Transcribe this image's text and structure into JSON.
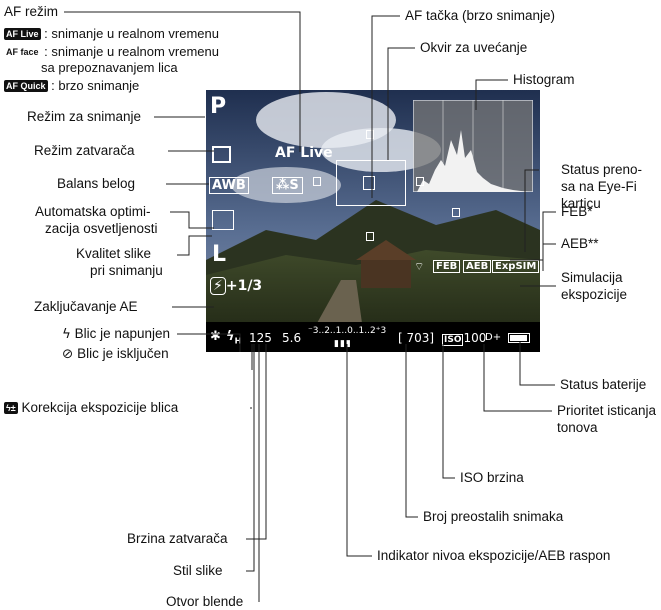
{
  "labels": {
    "af_mode": "AF režim",
    "af_live_text": ": snimanje u realnom vremenu",
    "af_face_text_1": ": snimanje u realnom vremenu",
    "af_face_text_2": "sa prepoznavanjem lica",
    "af_quick_text": ": brzo snimanje",
    "shooting_mode": "Režim za snimanje",
    "drive_mode": "Režim zatvarača",
    "white_balance": "Balans belog",
    "alo_1": "Automatska optimi-",
    "alo_2": "zacija osvetljenosti",
    "quality_1": "Kvalitet slike",
    "quality_2": "pri snimanju",
    "ae_lock": "Zaključavanje AE",
    "flash_ready": "Blic je napunjen",
    "flash_off": "Blic je isključen",
    "flash_comp": "Korekcija ekspozicije blica",
    "shutter_speed": "Brzina zatvarača",
    "picture_style": "Stil slike",
    "aperture": "Otvor blende",
    "af_point": "AF tačka (brzo snimanje)",
    "magnify_frame": "Okvir za uvećanje",
    "histogram": "Histogram",
    "eyefi_1": "Status preno-",
    "eyefi_2": "sa na Eye-Fi",
    "eyefi_3": "karticu",
    "feb": "FEB*",
    "aeb": "AEB**",
    "exp_sim_1": "Simulacija",
    "exp_sim_2": "ekspozicije",
    "battery": "Status baterije",
    "htp_1": "Prioritet isticanja",
    "htp_2": "tonova",
    "iso": "ISO brzina",
    "shots_remaining": "Broj preostalih snimaka",
    "exposure_level": "Indikator nivoa ekspozicije/AEB raspon"
  },
  "icons": {
    "af_live": "AF Live",
    "af_face": "AF face",
    "af_quick": "AF Quick"
  },
  "screen": {
    "mode": "P",
    "af_live": "AF Live",
    "wb": "AWB",
    "style": "S",
    "quality": "L",
    "flash_comp": "+1/3",
    "feb": "FEB",
    "aeb": "AEB",
    "exp_sim": "ExpSIM",
    "shutter": "125",
    "aperture": "5.6",
    "scale": "⁻3..2..1..0..1..2⁺3",
    "shots": "[ 703]",
    "iso": "100",
    "htp": "D+"
  }
}
